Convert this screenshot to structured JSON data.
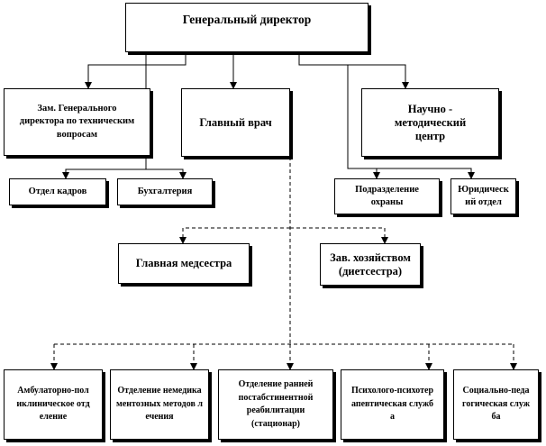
{
  "diagram": {
    "nodes": {
      "ceo": "Генеральный директор",
      "deputy_tech": "Зам. Генерального директора по техническим вопросам",
      "chief_doctor": "Главный врач",
      "sci_center": "Научно - методический центр",
      "hr": "Отдел кадров",
      "accounting": "Бухгалтерия",
      "security": "Подразделение охраны",
      "legal": "Юридический отдел",
      "head_nurse": "Главная медсестра",
      "housekeeping": "Зав. хозяйством (диетсестра)",
      "outpatient": "Амбулаторно-поликлиническое отделение",
      "nondrug": "Отделение немедикаментозных методов лечения",
      "early_rehab": "Отделение ранней постабстинентной реабилитации (стационар)",
      "psycho": "Психолого-психотерапевтическая служба",
      "social": "Социально-педагогическая служба"
    }
  }
}
